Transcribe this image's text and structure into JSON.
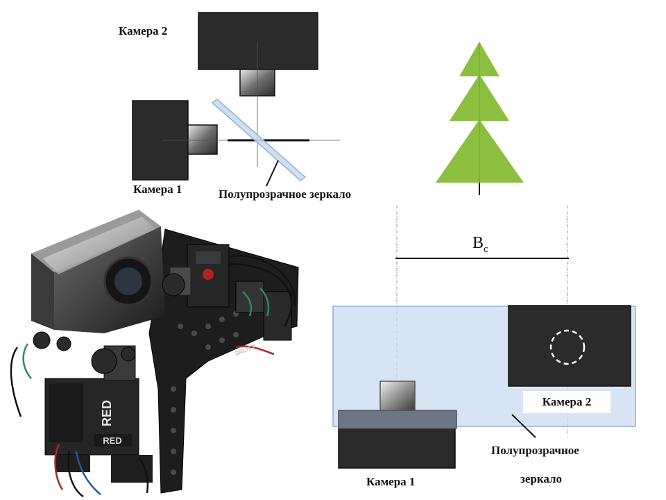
{
  "labels": {
    "camera2_top": "Камера 2",
    "camera1_top": "Камера 1",
    "mirror_top": "Полупрозрачное зеркало",
    "baseline_symbol": "B",
    "baseline_sub": "c",
    "camera2_bottom": "Камера 2",
    "camera1_bottom": "Камера 1",
    "mirror_bottom_line1": "Полупрозрачное",
    "mirror_bottom_line2": "зеркало"
  },
  "rig_photo_markings": {
    "brand_primary": "RED",
    "brand_rig": "3ALITY"
  },
  "colors": {
    "camera_body": "#2b2b2b",
    "mirror_fill": "#c9dbef",
    "mirror_edge": "#8fb0d6",
    "tree_green": "#8cbf3f",
    "tree_dark": "#6a9a2a",
    "line": "#111111"
  }
}
